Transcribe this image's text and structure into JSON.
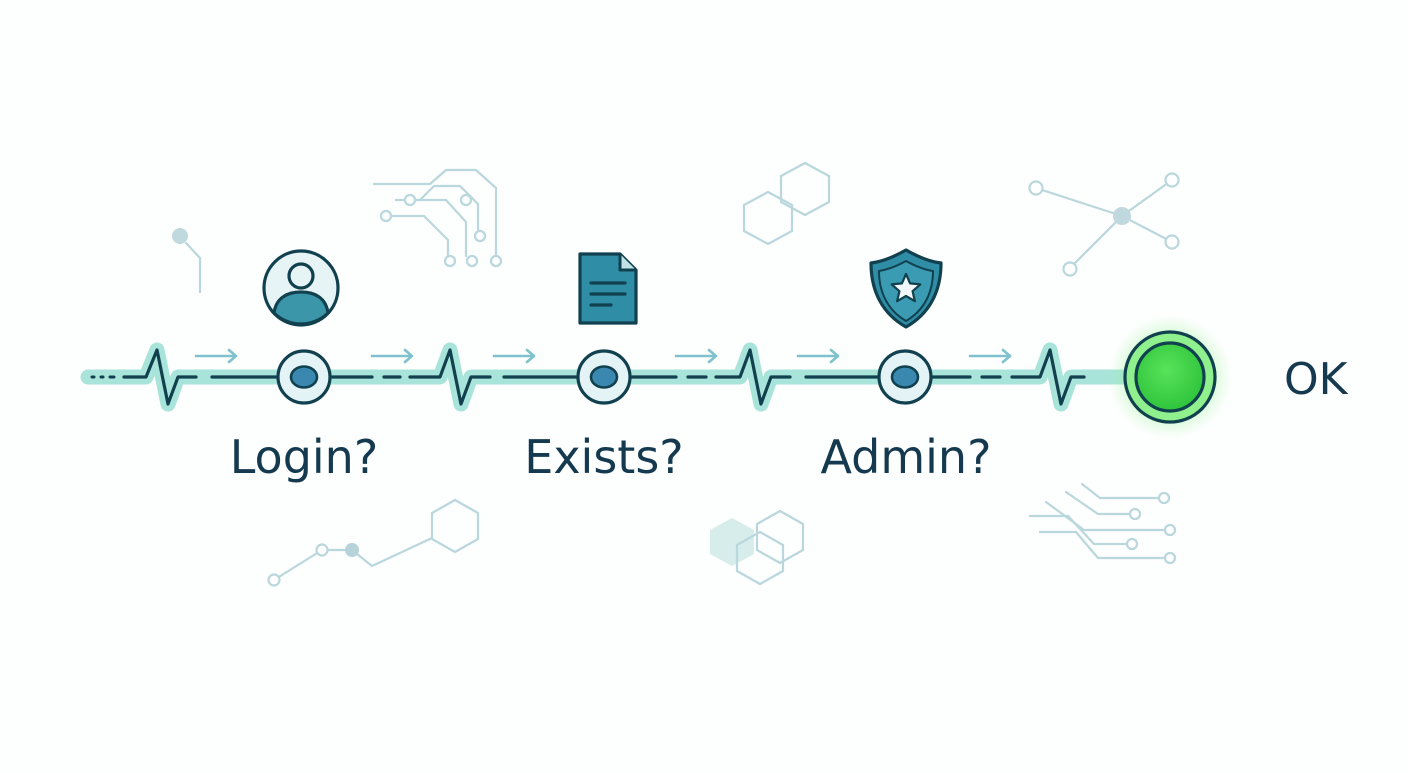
{
  "steps": [
    {
      "label": "Login?",
      "icon": "user-icon"
    },
    {
      "label": "Exists?",
      "icon": "document-icon"
    },
    {
      "label": "Admin?",
      "icon": "shield-star-icon"
    }
  ],
  "result": {
    "label": "OK",
    "status_color": "#3ed64a"
  },
  "colors": {
    "line_glow": "#a6e3d8",
    "line_core": "#11404f",
    "icon_fill": "#2f8ea6",
    "accent_soft": "#b9d7dd",
    "text": "#15394e"
  }
}
